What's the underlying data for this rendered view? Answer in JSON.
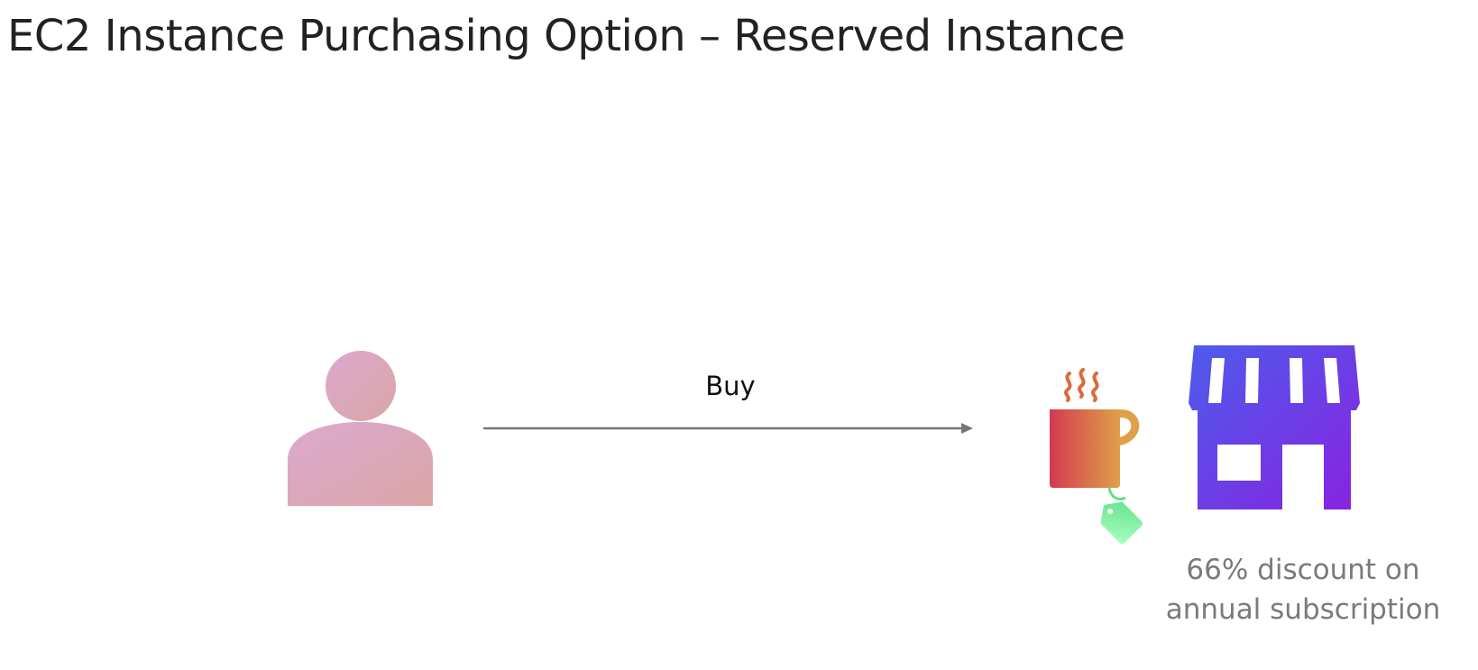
{
  "slide": {
    "title": "EC2 Instance Purchasing Option – Reserved Instance"
  },
  "diagram": {
    "arrow_label": "Buy",
    "caption_line1": "66% discount on",
    "caption_line2": "annual subscription"
  },
  "icons": {
    "customer": "person-icon",
    "product": "coffee-mug-icon",
    "price_tag": "price-tag-icon",
    "shop": "storefront-icon"
  },
  "colors": {
    "person_gradient": [
      "#dba8cf",
      "#dba6a6"
    ],
    "mug_gradient": [
      "#d33a50",
      "#dfa04a"
    ],
    "steam": "#dc6a3c",
    "tag_gradient": [
      "#5fe08e",
      "#a8ffbe"
    ],
    "store_gradient": [
      "#4c5cec",
      "#8a22e0"
    ],
    "arrow": "#767676"
  }
}
